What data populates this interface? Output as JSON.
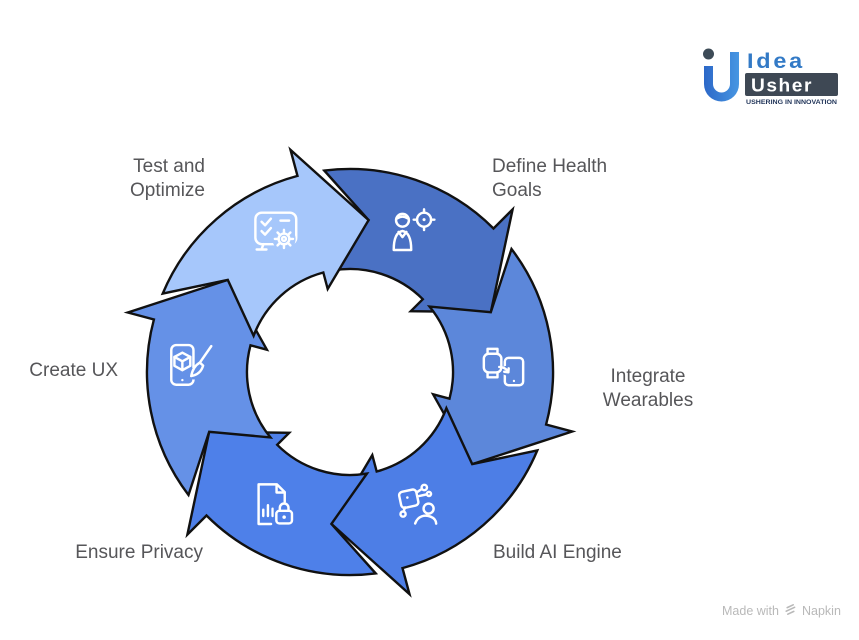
{
  "page": {
    "background": "#ffffff"
  },
  "logo": {
    "word_top": "Idea",
    "word_bottom": "Usher",
    "tagline": "USHERING IN INNOVATION",
    "mark_color_start": "#2c68c8",
    "mark_color_end": "#4796e2",
    "dot_color": "#3d4b57",
    "badge_color": "#3e4854",
    "word_top_color": "#337ac6",
    "tagline_color": "#1f3358"
  },
  "diagram": {
    "type": "cycle",
    "direction": "clockwise",
    "outline_color": "#111111",
    "label_color": "#565659",
    "icon_stroke_color": "#ffffff",
    "steps": [
      {
        "id": "define-health-goals",
        "lines": [
          "Define Health",
          "Goals"
        ],
        "color": "#4a71c4",
        "icon": "person-target-icon"
      },
      {
        "id": "integrate-wearables",
        "lines": [
          "Integrate",
          "Wearables"
        ],
        "color": "#5c87da",
        "icon": "watch-phone-icon"
      },
      {
        "id": "build-ai-engine",
        "lines": [
          "Build AI Engine"
        ],
        "color": "#4d7ee6",
        "icon": "ai-person-icon"
      },
      {
        "id": "ensure-privacy",
        "lines": [
          "Ensure Privacy"
        ],
        "color": "#4e80e9",
        "icon": "doc-lock-icon"
      },
      {
        "id": "create-ux",
        "lines": [
          "Create UX"
        ],
        "color": "#6591e7",
        "icon": "phone-cube-brush-icon"
      },
      {
        "id": "test-and-optimize",
        "lines": [
          "Test and",
          "Optimize"
        ],
        "color": "#a6c7fb",
        "icon": "checklist-gear-icon"
      }
    ]
  },
  "footer": {
    "made_with": "Made with",
    "brand": "Napkin"
  }
}
